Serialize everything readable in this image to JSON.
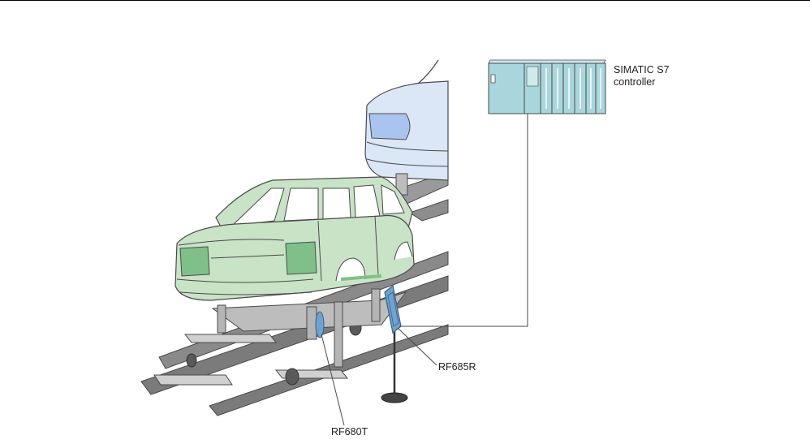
{
  "controller": {
    "line1": "SIMATIC S7",
    "line2": "controller"
  },
  "reader_label": "RF685R",
  "tag_label": "RF680T",
  "colors": {
    "front_car": "#c8e3c6",
    "front_car_dark": "#7fc08a",
    "rear_car": "#dbe6f6",
    "rear_car_dark": "#a9c4ee",
    "controller": "#a9d6dc",
    "rail": "#7b7b7b",
    "outline": "#4a4a4a",
    "antenna": "#6ea3cf"
  }
}
